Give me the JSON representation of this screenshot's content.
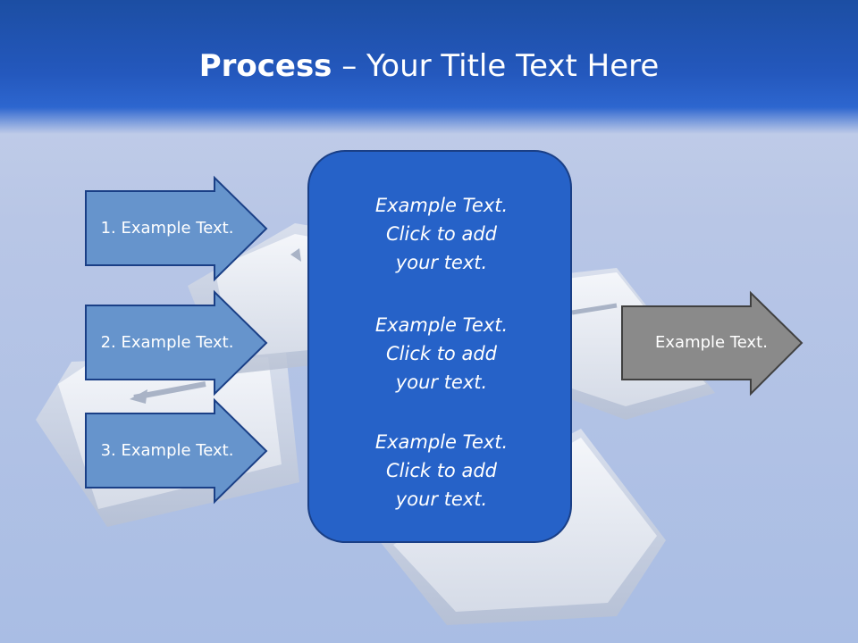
{
  "title": {
    "bold": "Process",
    "rest": " – Your Title Text Here"
  },
  "left_arrows": [
    {
      "label": "1. Example Text."
    },
    {
      "label": "2. Example Text."
    },
    {
      "label": "3. Example Text."
    }
  ],
  "center_box": {
    "blocks": [
      {
        "lines": [
          "Example Text.",
          "Click  to add",
          "your text."
        ]
      },
      {
        "lines": [
          "Example Text.",
          "Click  to add",
          "your text."
        ]
      },
      {
        "lines": [
          "Example Text.",
          "Click  to add",
          "your text."
        ]
      }
    ]
  },
  "right_arrow": {
    "label": "Example Text."
  },
  "colors": {
    "title_bar": "#1c4ea3",
    "left_arrow_fill": "#6694cc",
    "center_box_fill": "#2662c8",
    "right_arrow_fill": "#8a8a8a"
  }
}
